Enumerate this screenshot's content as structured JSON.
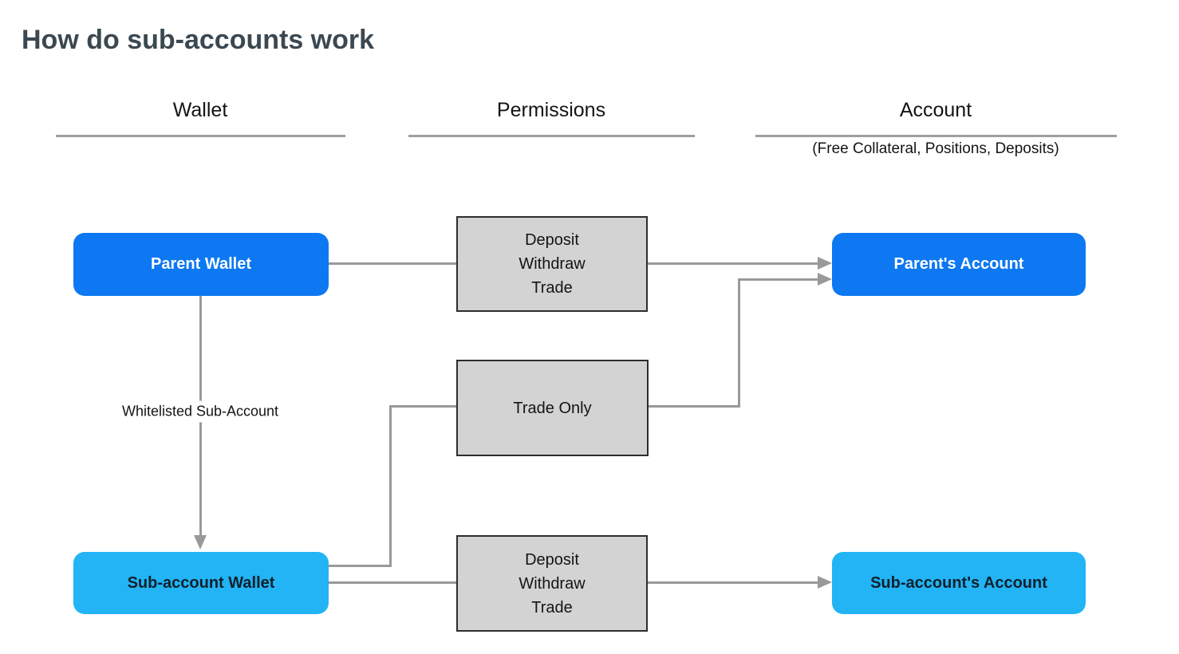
{
  "page": {
    "title": "How do sub-accounts work"
  },
  "columns": [
    {
      "label": "Wallet"
    },
    {
      "label": "Permissions"
    },
    {
      "label": "Account",
      "subtitle": "(Free Collateral, Positions, Deposits)"
    }
  ],
  "nodes": {
    "parent_wallet": {
      "label": "Parent Wallet"
    },
    "parent_permissions": {
      "lines": [
        "Deposit",
        "Withdraw",
        "Trade"
      ]
    },
    "parents_account": {
      "label": "Parent's Account"
    },
    "trade_only": {
      "label": "Trade Only"
    },
    "sub_wallet": {
      "label": "Sub-account Wallet"
    },
    "sub_permissions": {
      "lines": [
        "Deposit",
        "Withdraw",
        "Trade"
      ]
    },
    "subs_account": {
      "label": "Sub-account's Account"
    }
  },
  "edges": {
    "whitelist_label": "Whitelisted Sub-Account"
  },
  "colors": {
    "parent_node": "#0d78f2",
    "sub_node": "#22b4f5",
    "permission_box_fill": "#d3d3d3",
    "permission_box_border": "#2d2d2d",
    "connector": "#999999",
    "title_text": "#3b4851",
    "node_text_light": "#ffffff",
    "node_text_dark": "#10202b"
  }
}
